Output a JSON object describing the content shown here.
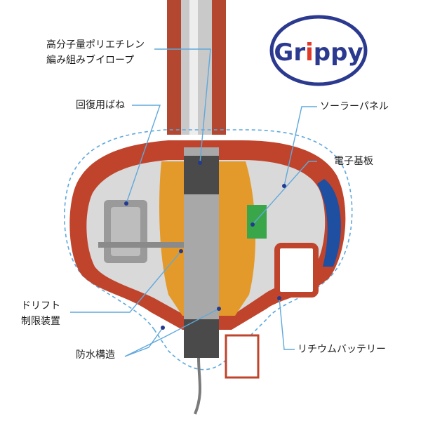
{
  "logo": {
    "text": "Grippy",
    "colors": {
      "ring": "#2b3a8f",
      "text": "#2b3a8f",
      "accent_r": "#e03a2b",
      "accent_i": "#f2a22a"
    }
  },
  "labels": {
    "rope_line1": "高分子量ポリエチレン",
    "rope_line2": "編み組みブイロープ",
    "spring": "回復用ばね",
    "solar": "ソーラーパネル",
    "board": "電子基板",
    "drift_line1": "ドリフト",
    "drift_line2": "制限装置",
    "waterproof": "防水構造",
    "battery": "リチウムバッテリー"
  },
  "colors": {
    "leader": "#5fa8dc",
    "shell": "#c0442c",
    "inner": "#d9d9d9",
    "amber": "#e39a2b",
    "mesh": "#4a4a4a",
    "board": "#3aa64a",
    "blue_rim": "#1f4fa0"
  }
}
